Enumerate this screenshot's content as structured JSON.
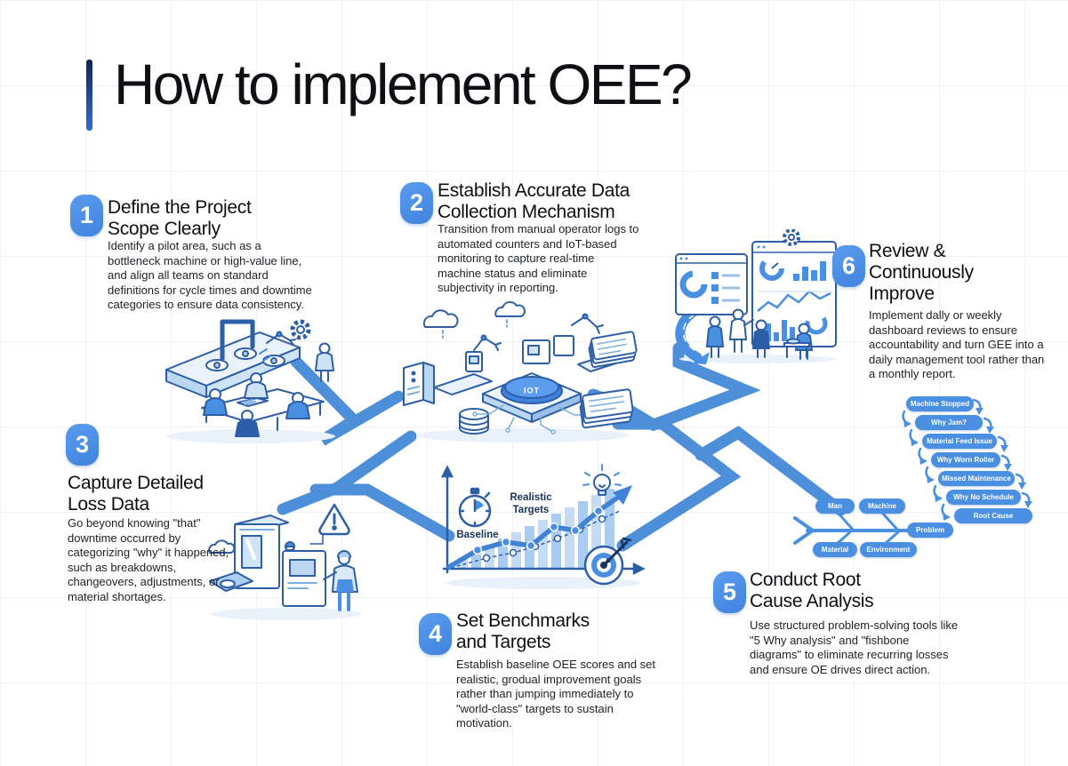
{
  "title": "How to implement OEE?",
  "steps": [
    {
      "number": "1",
      "title": "Define the Project Scope Clearly",
      "body": "Identify a pilot area, such as a bottleneck machine or high-value line, and align all teams on standard definitions for cycle times and downtime categories to ensure data consistency."
    },
    {
      "number": "2",
      "title": "Establish Accurate Data Collection Mechanism",
      "body": "Transition from manual operator logs to automated counters and IoT-based monitoring to capture real-time machine status and eliminate subjectivity in reporting."
    },
    {
      "number": "3",
      "title": "Capture Detailed Loss Data",
      "body": "Go beyond knowing \"that\" downtime occurred by categorizing \"why\" it happened, such as breakdowns, changeovers, adjustments, or material shortages."
    },
    {
      "number": "4",
      "title": "Set Benchmarks and Targets",
      "body": "Establish baseline OEE scores and set realistic, grodual improvement goals rather than jumping immediately to \"world-class\" targets to sustain motivation."
    },
    {
      "number": "5",
      "title": "Conduct Root Cause Analysis",
      "body": "Use structured problem-solving tools like \"5 Why analysis\" and \"fishbone diagrams\" to eliminate recurring losses and ensure OE drives direct action."
    },
    {
      "number": "6",
      "title": "Review & Continuously Improve",
      "body": "Implement dally or weekly dashboard reviews to ensure accountability and turn GEE into a daily management tool rather than a monthly report."
    }
  ],
  "illustrations": {
    "iot_label": "IOT",
    "chart": {
      "baseline_label": "Baseline",
      "targets_label": "Realistic Targets"
    },
    "fishbone": {
      "top": [
        "Man",
        "Machine"
      ],
      "bottom": [
        "Material",
        "Environment"
      ],
      "head": "Problem"
    },
    "five_whys": [
      "Machine Stopped",
      "Why Jam?",
      "Material Feed Issue",
      "Why Worn Roller",
      "Missed Maintenance",
      "Why No Schedule",
      "Root Cause"
    ]
  },
  "colors": {
    "accent": "#4a8fe2",
    "path": "#4e8fd9",
    "line_art": "#2d5fa8",
    "title_bar_top": "#10255e",
    "title_bar_bottom": "#2f6fd0"
  }
}
